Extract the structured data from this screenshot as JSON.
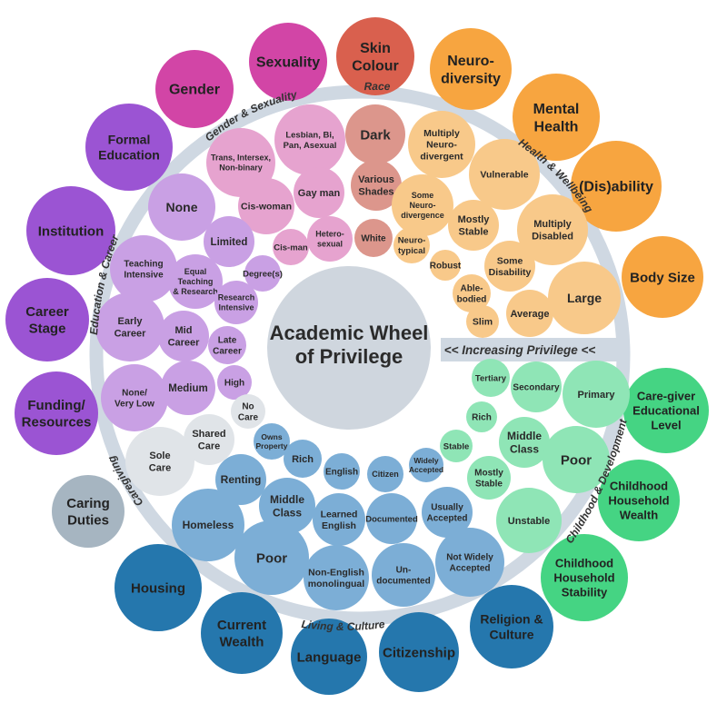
{
  "center": {
    "title_lines": [
      "Academic Wheel",
      "of Privilege"
    ],
    "arrow_label": "<< Increasing Privilege <<"
  },
  "ring_labels": [
    {
      "id": "race",
      "text": "Race"
    },
    {
      "id": "gender",
      "text": "Gender & Sexuality"
    },
    {
      "id": "health",
      "text": "Health & Wellbeing"
    },
    {
      "id": "education",
      "text": "Education & Career"
    },
    {
      "id": "childhood",
      "text": "Childhood & Development"
    },
    {
      "id": "caregiving",
      "text": "Caregiving"
    },
    {
      "id": "living",
      "text": "Living & Culture"
    }
  ],
  "colors": {
    "ring": "#cfd8e2",
    "center": "#cfd6de",
    "title": "#2b2b2b",
    "magenta": "#d245a6",
    "magenta_light": "#e6a3cf",
    "red": "#d9604e",
    "red_light": "#dc968c",
    "orange": "#f7a540",
    "orange_light": "#f8c98a",
    "purple": "#9b54d3",
    "purple_light": "#c9a0e4",
    "green": "#45d483",
    "green_light": "#8fe5b6",
    "blue_dark": "#2577ad",
    "blue_mid": "#4d8ec2",
    "blue_light": "#7caed6",
    "gray_dark": "#a6b5c1",
    "gray_light": "#e0e4e8"
  },
  "outer_categories": [
    {
      "name": "gender",
      "lines": [
        "Gender"
      ],
      "color": "magenta"
    },
    {
      "name": "sexuality",
      "lines": [
        "Sexuality"
      ],
      "color": "magenta"
    },
    {
      "name": "skin-colour",
      "lines": [
        "Skin",
        "Colour"
      ],
      "color": "red"
    },
    {
      "name": "neurodiversity",
      "lines": [
        "Neuro-",
        "diversity"
      ],
      "color": "orange"
    },
    {
      "name": "mental-health",
      "lines": [
        "Mental",
        "Health"
      ],
      "color": "orange"
    },
    {
      "name": "disability",
      "lines": [
        "(Dis)ability"
      ],
      "color": "orange"
    },
    {
      "name": "body-size",
      "lines": [
        "Body Size"
      ],
      "color": "orange"
    },
    {
      "name": "formal-education",
      "lines": [
        "Formal",
        "Education"
      ],
      "color": "purple"
    },
    {
      "name": "institution",
      "lines": [
        "Institution"
      ],
      "color": "purple"
    },
    {
      "name": "career-stage",
      "lines": [
        "Career",
        "Stage"
      ],
      "color": "purple"
    },
    {
      "name": "funding-resources",
      "lines": [
        "Funding/",
        "Resources"
      ],
      "color": "purple"
    },
    {
      "name": "caregiver-educational-level",
      "lines": [
        "Care-giver",
        "Educational",
        "Level"
      ],
      "color": "green"
    },
    {
      "name": "childhood-household-wealth",
      "lines": [
        "Childhood",
        "Household",
        "Wealth"
      ],
      "color": "green"
    },
    {
      "name": "childhood-household-stability",
      "lines": [
        "Childhood",
        "Household",
        "Stability"
      ],
      "color": "green"
    },
    {
      "name": "caring-duties",
      "lines": [
        "Caring",
        "Duties"
      ],
      "color": "gray_dark"
    },
    {
      "name": "housing",
      "lines": [
        "Housing"
      ],
      "color": "blue_dark"
    },
    {
      "name": "current-wealth",
      "lines": [
        "Current",
        "Wealth"
      ],
      "color": "blue_dark"
    },
    {
      "name": "language",
      "lines": [
        "Language"
      ],
      "color": "blue_dark"
    },
    {
      "name": "citizenship",
      "lines": [
        "Citizenship"
      ],
      "color": "blue_dark"
    },
    {
      "name": "religion-culture",
      "lines": [
        "Religion &",
        "Culture"
      ],
      "color": "blue_dark"
    }
  ],
  "inner_items": [
    {
      "name": "lesbian-bi-pan-asexual",
      "lines": [
        "Lesbian, Bi,",
        "Pan, Asexual"
      ],
      "color": "magenta_light"
    },
    {
      "name": "trans-intersex-nonbinary",
      "lines": [
        "Trans, Intersex,",
        "Non-binary"
      ],
      "color": "magenta_light"
    },
    {
      "name": "gay-man",
      "lines": [
        "Gay man"
      ],
      "color": "magenta_light"
    },
    {
      "name": "cis-woman",
      "lines": [
        "Cis-woman"
      ],
      "color": "magenta_light"
    },
    {
      "name": "heterosexual",
      "lines": [
        "Hetero-",
        "sexual"
      ],
      "color": "magenta_light"
    },
    {
      "name": "cis-man",
      "lines": [
        "Cis-man"
      ],
      "color": "magenta_light"
    },
    {
      "name": "dark",
      "lines": [
        "Dark"
      ],
      "color": "red_light"
    },
    {
      "name": "various-shades",
      "lines": [
        "Various",
        "Shades"
      ],
      "color": "red_light"
    },
    {
      "name": "white",
      "lines": [
        "White"
      ],
      "color": "red_light"
    },
    {
      "name": "multiply-neurodivergent",
      "lines": [
        "Multiply",
        "Neuro-",
        "divergent"
      ],
      "color": "orange_light"
    },
    {
      "name": "some-neurodivergence",
      "lines": [
        "Some",
        "Neuro-",
        "divergence"
      ],
      "color": "orange_light"
    },
    {
      "name": "neurotypical",
      "lines": [
        "Neuro-",
        "typical"
      ],
      "color": "orange_light"
    },
    {
      "name": "vulnerable",
      "lines": [
        "Vulnerable"
      ],
      "color": "orange_light"
    },
    {
      "name": "mostly-stable-health",
      "lines": [
        "Mostly",
        "Stable"
      ],
      "color": "orange_light"
    },
    {
      "name": "robust",
      "lines": [
        "Robust"
      ],
      "color": "orange_light"
    },
    {
      "name": "multiply-disabled",
      "lines": [
        "Multiply",
        "Disabled"
      ],
      "color": "orange_light"
    },
    {
      "name": "some-disability",
      "lines": [
        "Some",
        "Disability"
      ],
      "color": "orange_light"
    },
    {
      "name": "able-bodied",
      "lines": [
        "Able-",
        "bodied"
      ],
      "color": "orange_light"
    },
    {
      "name": "large",
      "lines": [
        "Large"
      ],
      "color": "orange_light"
    },
    {
      "name": "average",
      "lines": [
        "Average"
      ],
      "color": "orange_light"
    },
    {
      "name": "slim",
      "lines": [
        "Slim"
      ],
      "color": "orange_light"
    },
    {
      "name": "education-none",
      "lines": [
        "None"
      ],
      "color": "purple_light"
    },
    {
      "name": "limited",
      "lines": [
        "Limited"
      ],
      "color": "purple_light"
    },
    {
      "name": "degrees",
      "lines": [
        "Degree(s)"
      ],
      "color": "purple_light"
    },
    {
      "name": "teaching-intensive",
      "lines": [
        "Teaching",
        "Intensive"
      ],
      "color": "purple_light"
    },
    {
      "name": "equal-teaching-research",
      "lines": [
        "Equal",
        "Teaching",
        "& Research"
      ],
      "color": "purple_light"
    },
    {
      "name": "research-intensive",
      "lines": [
        "Research",
        "Intensive"
      ],
      "color": "purple_light"
    },
    {
      "name": "early-career",
      "lines": [
        "Early",
        "Career"
      ],
      "color": "purple_light"
    },
    {
      "name": "mid-career",
      "lines": [
        "Mid",
        "Career"
      ],
      "color": "purple_light"
    },
    {
      "name": "late-career",
      "lines": [
        "Late",
        "Career"
      ],
      "color": "purple_light"
    },
    {
      "name": "funding-none-very-low",
      "lines": [
        "None/",
        "Very Low"
      ],
      "color": "purple_light"
    },
    {
      "name": "funding-medium",
      "lines": [
        "Medium"
      ],
      "color": "purple_light"
    },
    {
      "name": "funding-high",
      "lines": [
        "High"
      ],
      "color": "purple_light"
    },
    {
      "name": "tertiary",
      "lines": [
        "Tertiary"
      ],
      "color": "green_light"
    },
    {
      "name": "secondary",
      "lines": [
        "Secondary"
      ],
      "color": "green_light"
    },
    {
      "name": "primary",
      "lines": [
        "Primary"
      ],
      "color": "green_light"
    },
    {
      "name": "childhood-rich",
      "lines": [
        "Rich"
      ],
      "color": "green_light"
    },
    {
      "name": "childhood-middle-class",
      "lines": [
        "Middle",
        "Class"
      ],
      "color": "green_light"
    },
    {
      "name": "childhood-poor",
      "lines": [
        "Poor"
      ],
      "color": "green_light"
    },
    {
      "name": "childhood-stable",
      "lines": [
        "Stable"
      ],
      "color": "green_light"
    },
    {
      "name": "childhood-mostly-stable",
      "lines": [
        "Mostly",
        "Stable"
      ],
      "color": "green_light"
    },
    {
      "name": "childhood-unstable",
      "lines": [
        "Unstable"
      ],
      "color": "green_light"
    },
    {
      "name": "no-care",
      "lines": [
        "No",
        "Care"
      ],
      "color": "gray_light"
    },
    {
      "name": "shared-care",
      "lines": [
        "Shared",
        "Care"
      ],
      "color": "gray_light"
    },
    {
      "name": "sole-care",
      "lines": [
        "Sole",
        "Care"
      ],
      "color": "gray_light"
    },
    {
      "name": "owns-property",
      "lines": [
        "Owns",
        "Property"
      ],
      "color": "blue_light"
    },
    {
      "name": "renting",
      "lines": [
        "Renting"
      ],
      "color": "blue_light"
    },
    {
      "name": "homeless",
      "lines": [
        "Homeless"
      ],
      "color": "blue_light"
    },
    {
      "name": "wealth-rich",
      "lines": [
        "Rich"
      ],
      "color": "blue_light"
    },
    {
      "name": "wealth-middle-class",
      "lines": [
        "Middle",
        "Class"
      ],
      "color": "blue_light"
    },
    {
      "name": "wealth-poor",
      "lines": [
        "Poor"
      ],
      "color": "blue_light"
    },
    {
      "name": "english",
      "lines": [
        "English"
      ],
      "color": "blue_light"
    },
    {
      "name": "learned-english",
      "lines": [
        "Learned",
        "English"
      ],
      "color": "blue_light"
    },
    {
      "name": "non-english-monolingual",
      "lines": [
        "Non-English",
        "monolingual"
      ],
      "color": "blue_light"
    },
    {
      "name": "citizen",
      "lines": [
        "Citizen"
      ],
      "color": "blue_light"
    },
    {
      "name": "documented",
      "lines": [
        "Documented"
      ],
      "color": "blue_light"
    },
    {
      "name": "undocumented",
      "lines": [
        "Un-",
        "documented"
      ],
      "color": "blue_light"
    },
    {
      "name": "widely-accepted",
      "lines": [
        "Widely",
        "Accepted"
      ],
      "color": "blue_light"
    },
    {
      "name": "usually-accepted",
      "lines": [
        "Usually",
        "Accepted"
      ],
      "color": "blue_light"
    },
    {
      "name": "not-widely-accepted",
      "lines": [
        "Not Widely",
        "Accepted"
      ],
      "color": "blue_light"
    }
  ]
}
